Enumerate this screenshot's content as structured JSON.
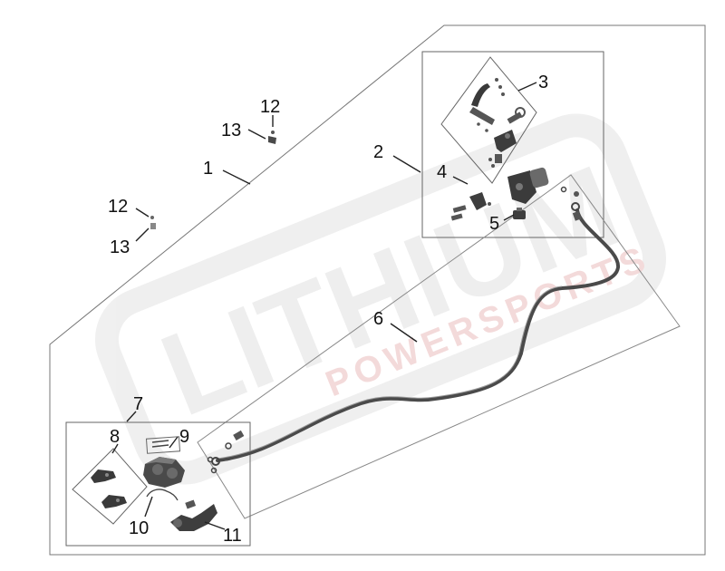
{
  "diagram": {
    "callouts": [
      {
        "id": "c1",
        "text": "1"
      },
      {
        "id": "c2",
        "text": "2"
      },
      {
        "id": "c3",
        "text": "3"
      },
      {
        "id": "c4",
        "text": "4"
      },
      {
        "id": "c5",
        "text": "5"
      },
      {
        "id": "c6",
        "text": "6"
      },
      {
        "id": "c7",
        "text": "7"
      },
      {
        "id": "c8",
        "text": "8"
      },
      {
        "id": "c9",
        "text": "9"
      },
      {
        "id": "c10",
        "text": "10"
      },
      {
        "id": "c11",
        "text": "11"
      },
      {
        "id": "c12a",
        "text": "12"
      },
      {
        "id": "c13a",
        "text": "13"
      },
      {
        "id": "c12b",
        "text": "12"
      },
      {
        "id": "c13b",
        "text": "13"
      }
    ]
  },
  "watermark": {
    "brand": "LITHIUM",
    "tagline": "POWERSPORTS"
  },
  "colors": {
    "line": "#555555",
    "part_dark": "#3a3a3a",
    "part_mid": "#777777",
    "watermark": "#ececec"
  }
}
